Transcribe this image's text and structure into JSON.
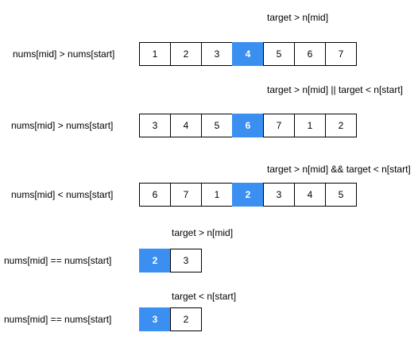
{
  "colors": {
    "highlight": "#3b8ff0",
    "highlight_text": "#ffffff",
    "border": "#000000"
  },
  "rows": [
    {
      "label": "nums[mid] > nums[start]",
      "condition": "target > n[mid]",
      "cells": [
        "1",
        "2",
        "3",
        "4",
        "5",
        "6",
        "7"
      ],
      "mid_index": 3
    },
    {
      "label": "nums[mid] > nums[start]",
      "condition": "target > n[mid] || target < n[start]",
      "cells": [
        "3",
        "4",
        "5",
        "6",
        "7",
        "1",
        "2"
      ],
      "mid_index": 3
    },
    {
      "label": "nums[mid] < nums[start]",
      "condition": "target > n[mid] && target < n[start]",
      "cells": [
        "6",
        "7",
        "1",
        "2",
        "3",
        "4",
        "5"
      ],
      "mid_index": 3
    },
    {
      "label": "nums[mid] == nums[start]",
      "condition": "target > n[mid]",
      "cells": [
        "2",
        "3"
      ],
      "mid_index": 0
    },
    {
      "label": "nums[mid] == nums[start]",
      "condition": "target < n[start]",
      "cells": [
        "3",
        "2"
      ],
      "mid_index": 0
    }
  ]
}
